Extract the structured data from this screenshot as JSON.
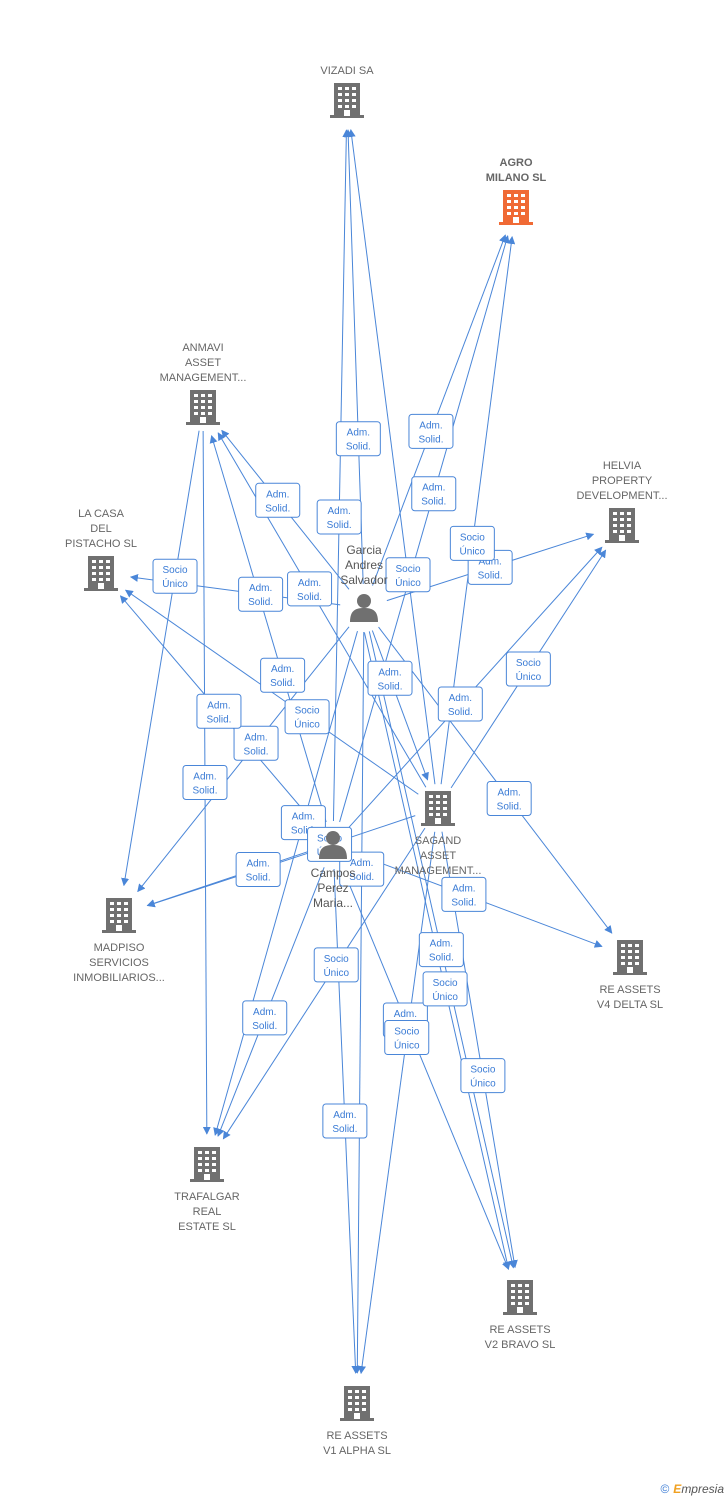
{
  "colors": {
    "edge": "#4a86d8",
    "label_border": "#4a86d8",
    "building": "#707070",
    "building_highlight": "#f06a35",
    "person": "#707070"
  },
  "companies": [
    {
      "id": "vizadi",
      "lines": [
        "VIZADI SA"
      ],
      "highlight": false
    },
    {
      "id": "agro",
      "lines": [
        "AGRO",
        "MILANO  SL"
      ],
      "highlight": true
    },
    {
      "id": "anmavi",
      "lines": [
        "ANMAVI",
        "ASSET",
        "MANAGEMENT..."
      ],
      "highlight": false
    },
    {
      "id": "helvia",
      "lines": [
        "HELVIA",
        "PROPERTY",
        "DEVELOPMENT..."
      ],
      "highlight": false
    },
    {
      "id": "lacasa",
      "lines": [
        "LA CASA",
        "DEL",
        "PISTACHO  SL"
      ],
      "highlight": false
    },
    {
      "id": "sagand",
      "lines": [
        "SAGAND",
        "ASSET",
        "MANAGEMENT..."
      ],
      "highlight": false
    },
    {
      "id": "madpiso",
      "lines": [
        "MADPISO",
        "SERVICIOS",
        "INMOBILIARIOS..."
      ],
      "highlight": false
    },
    {
      "id": "v4delta",
      "lines": [
        "RE ASSETS",
        "V4 DELTA  SL"
      ],
      "highlight": false
    },
    {
      "id": "trafalgar",
      "lines": [
        "TRAFALGAR",
        "REAL",
        "ESTATE  SL"
      ],
      "highlight": false
    },
    {
      "id": "v2bravo",
      "lines": [
        "RE ASSETS",
        "V2 BRAVO  SL"
      ],
      "highlight": false
    },
    {
      "id": "v1alpha",
      "lines": [
        "RE ASSETS",
        "V1 ALPHA  SL"
      ],
      "highlight": false
    }
  ],
  "persons": [
    {
      "id": "garcia",
      "lines": [
        "Garcia",
        "Andres",
        "Salvador"
      ]
    },
    {
      "id": "campos",
      "lines": [
        "Campos",
        "Perez",
        "Maria..."
      ]
    }
  ],
  "edge_labels": [
    [
      "Adm.",
      "Solid."
    ],
    [
      "Socio",
      "Único"
    ]
  ],
  "edges": [
    {
      "from": "garcia",
      "to": "vizadi",
      "label": 0
    },
    {
      "from": "garcia",
      "to": "agro",
      "label": 0
    },
    {
      "from": "garcia",
      "to": "anmavi",
      "label": 0
    },
    {
      "from": "garcia",
      "to": "lacasa",
      "label": 0
    },
    {
      "from": "garcia",
      "to": "helvia",
      "label": 0
    },
    {
      "from": "garcia",
      "to": "sagand",
      "label": 0
    },
    {
      "from": "garcia",
      "to": "madpiso",
      "label": 0
    },
    {
      "from": "garcia",
      "to": "v4delta",
      "label": 0
    },
    {
      "from": "garcia",
      "to": "trafalgar",
      "label": 0
    },
    {
      "from": "garcia",
      "to": "v2bravo",
      "label": 0
    },
    {
      "from": "garcia",
      "to": "v1alpha",
      "label": 0
    },
    {
      "from": "campos",
      "to": "vizadi",
      "label": 0
    },
    {
      "from": "campos",
      "to": "agro",
      "label": 0
    },
    {
      "from": "campos",
      "to": "anmavi",
      "label": 0
    },
    {
      "from": "campos",
      "to": "lacasa",
      "label": 0
    },
    {
      "from": "campos",
      "to": "madpiso",
      "label": 0
    },
    {
      "from": "campos",
      "to": "v4delta",
      "label": 0
    },
    {
      "from": "campos",
      "to": "trafalgar",
      "label": 0
    },
    {
      "from": "campos",
      "to": "v2bravo",
      "label": 0
    },
    {
      "from": "campos",
      "to": "v1alpha",
      "label": 0
    },
    {
      "from": "sagand",
      "to": "vizadi",
      "label": 1
    },
    {
      "from": "sagand",
      "to": "agro",
      "label": 1
    },
    {
      "from": "sagand",
      "to": "anmavi",
      "label": 0
    },
    {
      "from": "sagand",
      "to": "lacasa",
      "label": 1
    },
    {
      "from": "sagand",
      "to": "helvia",
      "label": 1
    },
    {
      "from": "sagand",
      "to": "madpiso",
      "label": 1
    },
    {
      "from": "sagand",
      "to": "trafalgar",
      "label": 1
    },
    {
      "from": "sagand",
      "to": "v2bravo",
      "label": 1
    },
    {
      "from": "sagand",
      "to": "v1alpha",
      "label": 1
    },
    {
      "from": "anmavi",
      "to": "trafalgar",
      "label": 0
    },
    {
      "from": "anmavi",
      "to": "madpiso",
      "label": 1
    },
    {
      "from": "campos",
      "to": "helvia",
      "label": 0
    },
    {
      "from": "garcia",
      "to": "v2bravo",
      "label": 1
    }
  ],
  "footer": {
    "copyright": "©",
    "brand_first": "E",
    "brand_rest": "mpresia"
  }
}
